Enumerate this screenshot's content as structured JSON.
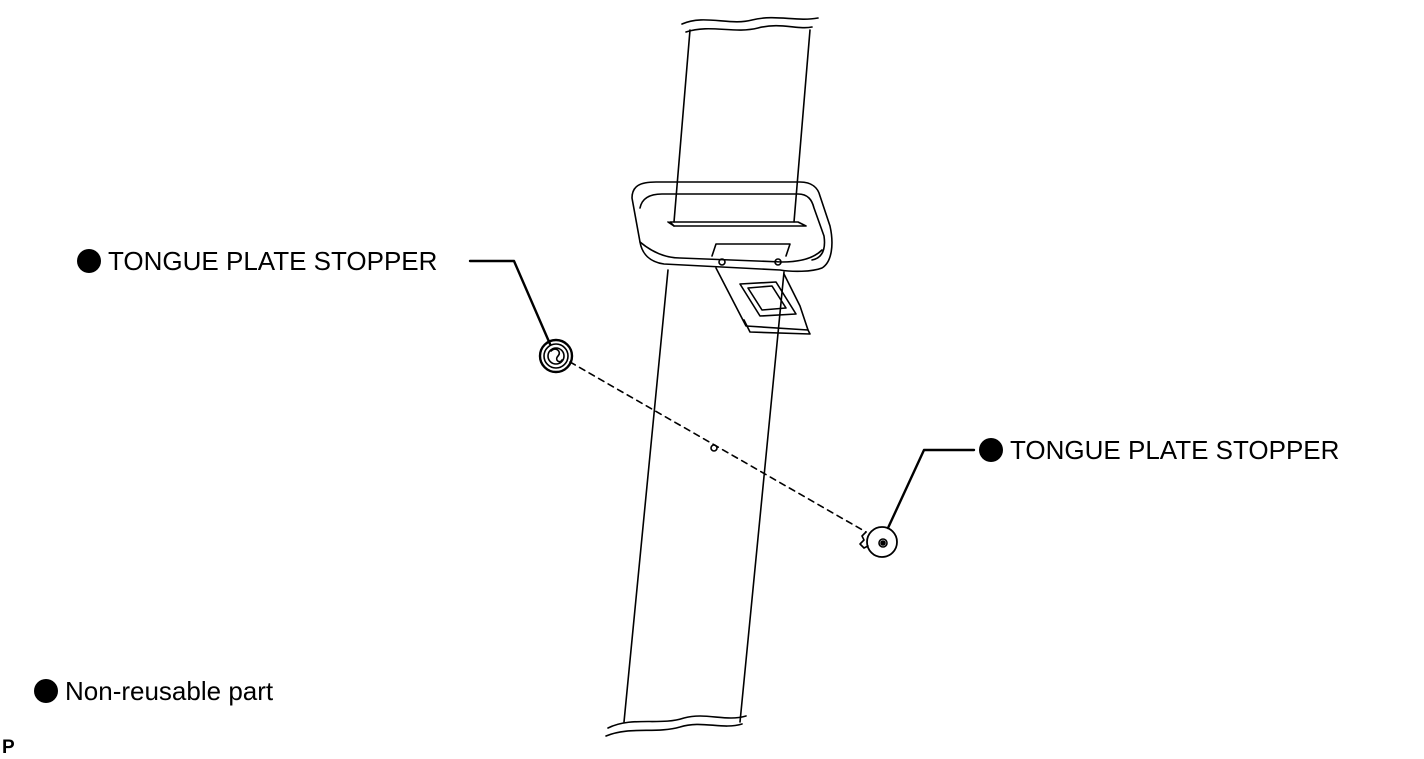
{
  "callouts": {
    "left_label": "TONGUE PLATE STOPPER",
    "right_label": "TONGUE PLATE STOPPER"
  },
  "legend": {
    "symbol": "filled-circle-icon",
    "label": "Non-reusable part"
  },
  "footer_code": "P",
  "colors": {
    "line": "#000000",
    "background": "#ffffff"
  }
}
